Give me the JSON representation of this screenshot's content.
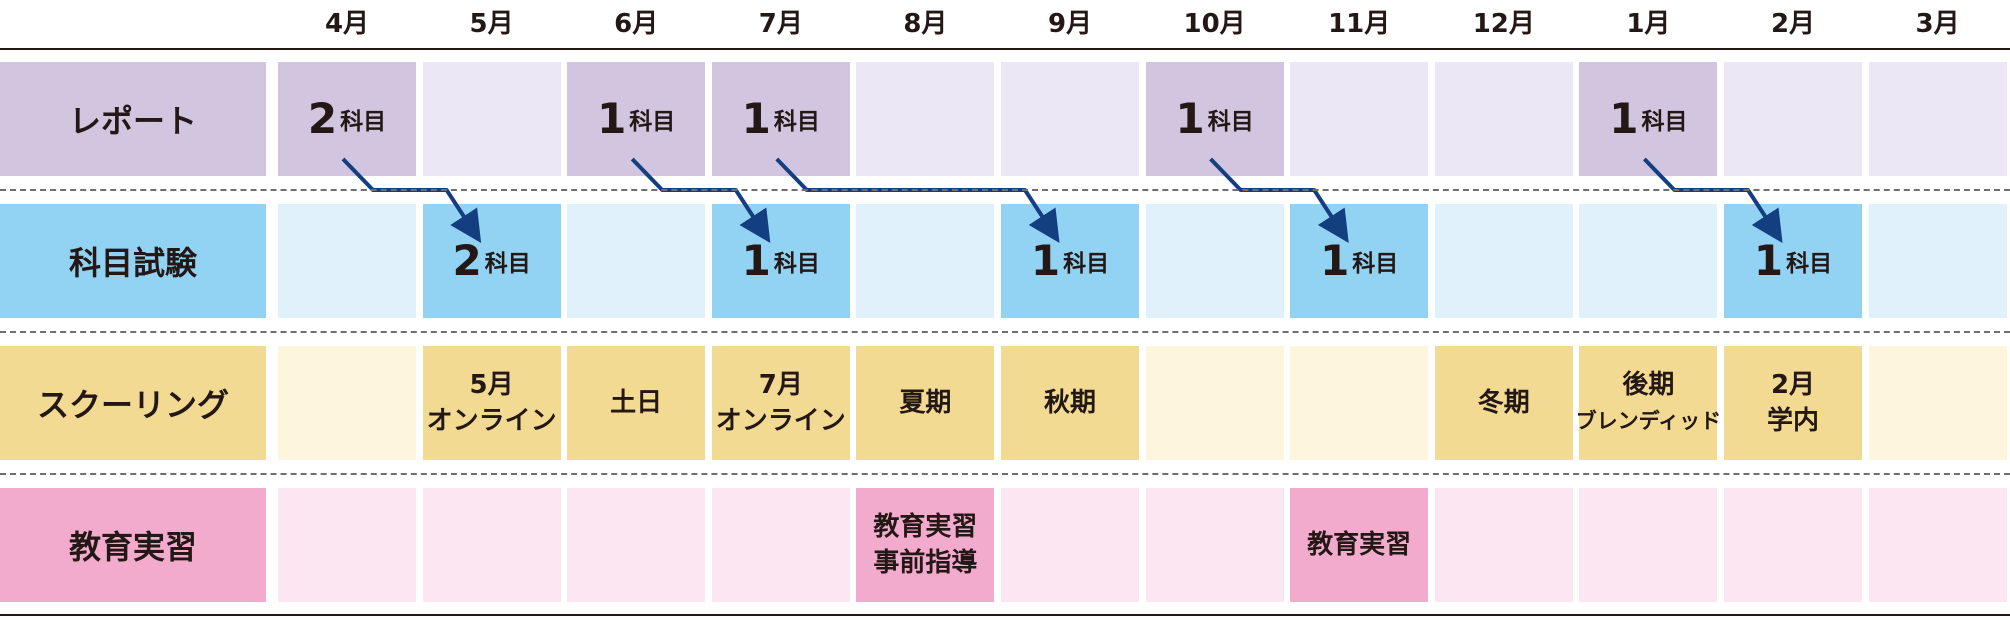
{
  "months": [
    "4月",
    "5月",
    "6月",
    "7月",
    "8月",
    "9月",
    "10月",
    "11月",
    "12月",
    "1月",
    "2月",
    "3月"
  ],
  "colors": {
    "report_dark": "#d2c5e0",
    "report_light": "#ece7f4",
    "exam_dark": "#92d2f2",
    "exam_light": "#e0f1fb",
    "school_dark": "#f3da92",
    "school_light": "#fdf5dc",
    "practice_dark": "#f2abcc",
    "practice_light": "#fce6f1",
    "arrow": "#133e7f"
  },
  "rows": [
    {
      "label": "レポート",
      "theme": "report",
      "cells": [
        {
          "month": 0,
          "count": "2",
          "unit": "科目"
        },
        {
          "month": 2,
          "count": "1",
          "unit": "科目"
        },
        {
          "month": 3,
          "count": "1",
          "unit": "科目"
        },
        {
          "month": 6,
          "count": "1",
          "unit": "科目"
        },
        {
          "month": 9,
          "count": "1",
          "unit": "科目"
        }
      ]
    },
    {
      "label": "科目試験",
      "theme": "exam",
      "cells": [
        {
          "month": 1,
          "count": "2",
          "unit": "科目"
        },
        {
          "month": 3,
          "count": "1",
          "unit": "科目"
        },
        {
          "month": 5,
          "count": "1",
          "unit": "科目"
        },
        {
          "month": 7,
          "count": "1",
          "unit": "科目"
        },
        {
          "month": 10,
          "count": "1",
          "unit": "科目"
        }
      ]
    },
    {
      "label": "スクーリング",
      "theme": "school",
      "cells": [
        {
          "month": 1,
          "lines": [
            "5月",
            "オンライン"
          ]
        },
        {
          "month": 2,
          "lines": [
            "土日"
          ]
        },
        {
          "month": 3,
          "lines": [
            "7月",
            "オンライン"
          ]
        },
        {
          "month": 4,
          "lines": [
            "夏期"
          ]
        },
        {
          "month": 5,
          "lines": [
            "秋期"
          ]
        },
        {
          "month": 8,
          "lines": [
            "冬期"
          ]
        },
        {
          "month": 9,
          "lines": [
            "後期",
            "ブレンディッド"
          ]
        },
        {
          "month": 10,
          "lines": [
            "2月",
            "学内"
          ]
        }
      ]
    },
    {
      "label": "教育実習",
      "theme": "practice",
      "cells": [
        {
          "month": 4,
          "lines": [
            "教育実習",
            "事前指導"
          ]
        },
        {
          "month": 7,
          "lines": [
            "教育実習"
          ]
        }
      ]
    }
  ],
  "arrows": [
    {
      "from": 0,
      "to": 1
    },
    {
      "from": 2,
      "to": 3
    },
    {
      "from": 3,
      "to": 5
    },
    {
      "from": 6,
      "to": 7
    },
    {
      "from": 9,
      "to": 10
    }
  ]
}
